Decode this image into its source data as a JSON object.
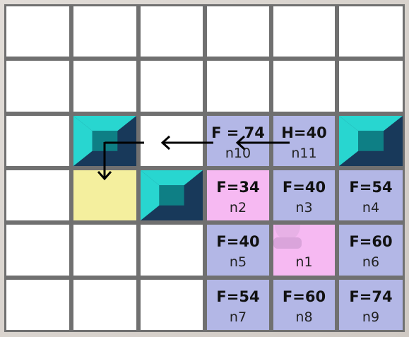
{
  "grid": {
    "rows": 6,
    "cols": 6,
    "colors": {
      "empty": "#ffffff",
      "open": "#b3b7e6",
      "current": "#f6b9f2",
      "target": "#f4ef9e",
      "wall": "#18395a",
      "wall_light": "#28d6d0",
      "wall_mid": "#0e7f85"
    },
    "cells": [
      {
        "row": 2,
        "col": 1,
        "type": "wall",
        "icon": "wall-block-icon"
      },
      {
        "row": 2,
        "col": 3,
        "type": "open",
        "f": "F = 74",
        "n": "n10"
      },
      {
        "row": 2,
        "col": 4,
        "type": "open",
        "f": "H=40",
        "n": "n11"
      },
      {
        "row": 2,
        "col": 5,
        "type": "wall",
        "icon": "wall-block-icon"
      },
      {
        "row": 3,
        "col": 1,
        "type": "target"
      },
      {
        "row": 3,
        "col": 2,
        "type": "wall",
        "icon": "wall-block-icon"
      },
      {
        "row": 3,
        "col": 3,
        "type": "current",
        "f": "F=34",
        "n": "n2"
      },
      {
        "row": 3,
        "col": 4,
        "type": "open",
        "f": "F=40",
        "n": "n3"
      },
      {
        "row": 3,
        "col": 5,
        "type": "open",
        "f": "F=54",
        "n": "n4"
      },
      {
        "row": 4,
        "col": 3,
        "type": "open",
        "f": "F=40",
        "n": "n5"
      },
      {
        "row": 4,
        "col": 4,
        "type": "current",
        "n": "n1",
        "icon": "character-sprite-icon"
      },
      {
        "row": 4,
        "col": 5,
        "type": "open",
        "f": "F=60",
        "n": "n6"
      },
      {
        "row": 5,
        "col": 3,
        "type": "open",
        "f": "F=54",
        "n": "n7"
      },
      {
        "row": 5,
        "col": 4,
        "type": "open",
        "f": "F=60",
        "n": "n8"
      },
      {
        "row": 5,
        "col": 5,
        "type": "open",
        "f": "F=74",
        "n": "n9"
      }
    ],
    "path_icon": "arrow-path-icon"
  }
}
